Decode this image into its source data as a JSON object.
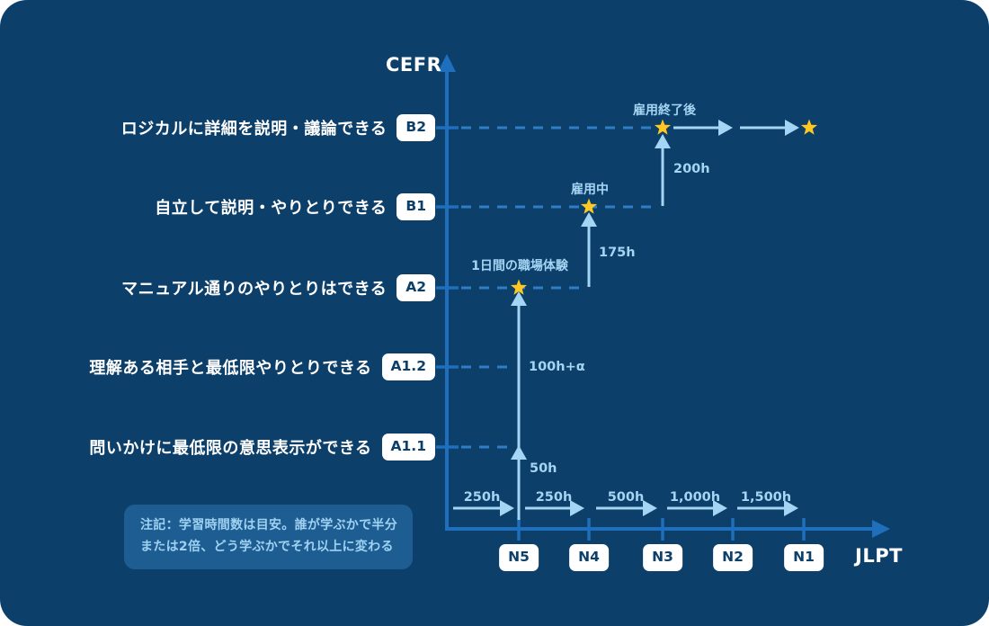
{
  "axis": {
    "y_label": "CEFR",
    "x_label": "JLPT"
  },
  "cefr_rows": [
    {
      "level": "B2",
      "description": "ロジカルに詳細を説明・議論できる"
    },
    {
      "level": "B1",
      "description": "自立して説明・やりとりできる"
    },
    {
      "level": "A2",
      "description": "マニュアル通りのやりとりはできる"
    },
    {
      "level": "A1.2",
      "description": "理解ある相手と最低限やりとりできる"
    },
    {
      "level": "A1.1",
      "description": "問いかけに最低限の意思表示ができる"
    }
  ],
  "jlpt_levels": [
    "N5",
    "N4",
    "N3",
    "N2",
    "N1"
  ],
  "hour_segments": [
    "250h",
    "250h",
    "500h",
    "1,000h",
    "1,500h"
  ],
  "climb_hours": [
    "50h",
    "100h+α",
    "175h",
    "200h"
  ],
  "milestones": [
    "1日間の職場体験",
    "雇用中",
    "雇用終了後"
  ],
  "note": {
    "line1": "注記：学習時間数は目安。誰が学ぶかで半分",
    "line2": "または2倍、どう学ぶかでそれ以上に変わる"
  },
  "colors": {
    "background": "#0c3f69",
    "axis_blue": "#1f6fbd",
    "dashed_blue": "#2f7dc6",
    "light_blue": "#a5d5f4",
    "star_yellow": "#ffc820",
    "badge_bg": "#ffffff",
    "badge_text": "#0c3f69",
    "note_bg": "#1d5d92",
    "note_text": "#9fd2f2"
  },
  "chart_data": {
    "type": "scatter",
    "title": "",
    "xlabel": "JLPT",
    "ylabel": "CEFR",
    "x_categories": [
      "N5",
      "N4",
      "N3",
      "N2",
      "N1"
    ],
    "y_categories": [
      "A1.1",
      "A1.2",
      "A2",
      "B1",
      "B2"
    ],
    "y_category_descriptions": {
      "B2": "ロジカルに詳細を説明・議論できる",
      "B1": "自立して説明・やりとりできる",
      "A2": "マニュアル通りのやりとりはできる",
      "A1.2": "理解ある相手と最低限やりとりできる",
      "A1.1": "問いかけに最低限の意思表示ができる"
    },
    "x_segment_hours": [
      {
        "from": "start",
        "to": "N5",
        "hours": "250h"
      },
      {
        "from": "N5",
        "to": "N4",
        "hours": "250h"
      },
      {
        "from": "N4",
        "to": "N3",
        "hours": "500h"
      },
      {
        "from": "N3",
        "to": "N2",
        "hours": "1,000h"
      },
      {
        "from": "N2",
        "to": "N1",
        "hours": "1,500h"
      }
    ],
    "points": [
      {
        "x": "N5",
        "y": "A2",
        "annotation": "1日間の職場体験",
        "marker": "star"
      },
      {
        "x": "N4",
        "y": "B1",
        "annotation": "雇用中",
        "marker": "star"
      },
      {
        "x": "N3",
        "y": "B2",
        "annotation": "雇用終了後",
        "marker": "star"
      },
      {
        "x": "N1",
        "y": "B2",
        "annotation": "",
        "marker": "star"
      }
    ],
    "climb_arrows": [
      {
        "x": "N5",
        "from": "baseline",
        "to": "A1.1",
        "hours": "50h"
      },
      {
        "x": "N5",
        "from": "A1.1",
        "to": "A2",
        "hours": "100h+α"
      },
      {
        "x": "N4",
        "from": "A2",
        "to": "B1",
        "hours": "175h"
      },
      {
        "x": "N3",
        "from": "B1",
        "to": "B2",
        "hours": "200h"
      }
    ],
    "horizontal_progress_arrows": [
      {
        "y": "B2",
        "from": "N3",
        "to": "N2"
      },
      {
        "y": "B2",
        "from": "N2",
        "to": "N1"
      }
    ],
    "legend_position": "none",
    "grid": "dashed horizontal level lines",
    "note": "注記：学習時間数は目安。誰が学ぶかで半分または2倍、どう学ぶかでそれ以上に変わる"
  }
}
